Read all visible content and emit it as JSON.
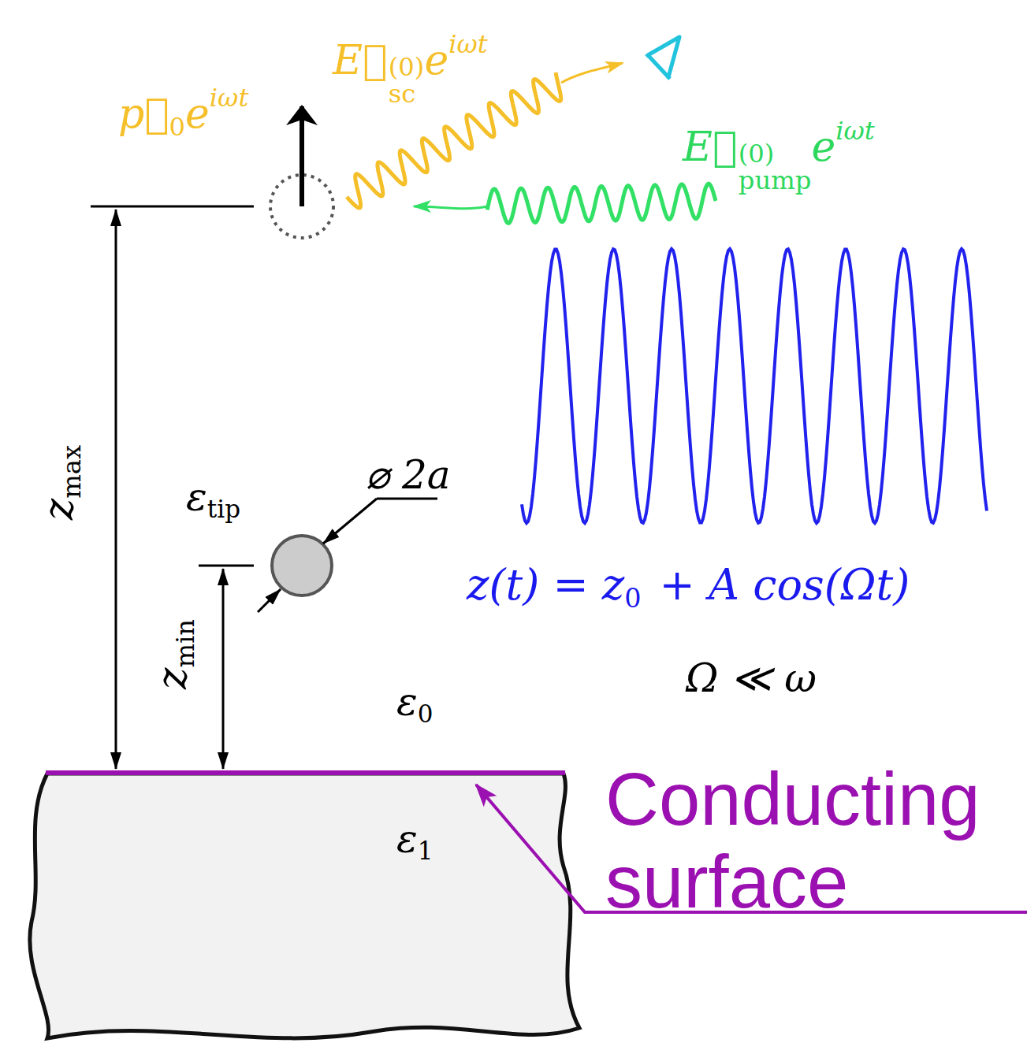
{
  "diagram": {
    "labels": [
      "p⃗",
      "0",
      "e",
      "iωt",
      "E⃗",
      "(0)",
      "sc",
      "e",
      "iωt",
      "E⃗",
      "(0)",
      "pump",
      "e",
      "iωt",
      "z",
      "max",
      "z",
      "min",
      "ε",
      "tip",
      "⌀ 2a",
      "z(t) = z",
      "0",
      "+ A cos(Ωt)",
      "Ω ≪ ω",
      "ε",
      "0",
      "ε",
      "1",
      "Conducting surface"
    ]
  }
}
